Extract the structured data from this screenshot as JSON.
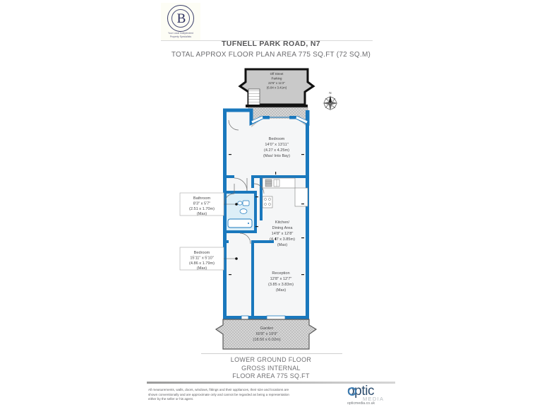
{
  "header": {
    "logo_letter": "B",
    "logo_tagline_line1": "Your Local Independent",
    "logo_tagline_line2": "Property Specialists",
    "title": "TUFNELL PARK ROAD, N7",
    "subtitle": "TOTAL APPROX FLOOR PLAN AREA 775 SQ.FT (72 SQ.M)"
  },
  "compass": {
    "north_label": "N"
  },
  "rooms": {
    "parking": {
      "name": "Off Street",
      "name2": "Parking",
      "imperial": "22'6\" x 11'2\"",
      "metric": "(6.84 x 3.41m)"
    },
    "bedroom_front": {
      "name": "Bedroom",
      "imperial": "14'0\" x 13'11\"",
      "metric": "(4.27 x 4.25m)",
      "note": "(Max/ Into Bay)"
    },
    "bathroom": {
      "name": "Bathroom",
      "imperial": "8'3\" x 5'7\"",
      "metric": "(2.51 x 1.70m)",
      "note": "(Max)"
    },
    "bedroom_rear": {
      "name": "Bedroom",
      "imperial": "15'11\" x 5'10\"",
      "metric": "(4.86 x 1.79m)",
      "note": "(Max)"
    },
    "kitchen": {
      "name": "Kitchen/",
      "name2": "Dining Area",
      "imperial": "14'8\" x 12'8\"",
      "metric": "(4.47 x 3.85m)",
      "note": "(Max)"
    },
    "reception": {
      "name": "Reception",
      "imperial": "12'8\" x 12'7\"",
      "metric": "(3.85 x 3.83m)",
      "note": "(Max)"
    },
    "garden": {
      "name": "Garden",
      "imperial": "60'8\" x 19'9\"",
      "metric": "(18.50 x 6.02m)"
    }
  },
  "footer": {
    "floor_line1": "LOWER GROUND FLOOR",
    "floor_line2": "GROSS INTERNAL",
    "floor_line3": "FLOOR AREA 775 SQ.FT",
    "disclaimer_line1": "All measurements, walls, doors, windows, fittings and their appliances, their size and locations are",
    "disclaimer_line2": "shown conventionally and are approximate only and cannot be regarded as being a representation",
    "disclaimer_line3": "either by the seller or his agent.",
    "brand_optic": "optic",
    "brand_media": "MEDIA",
    "brand_url": "opticmedia.co.uk"
  },
  "colors": {
    "wall_blue": "#1a78bd",
    "wall_dark": "#111111",
    "room_fill": "#f5f6f7",
    "bathroom_fill": "#dceef7",
    "hatch_fill": "#cfcfcf",
    "text_gray": "#4a4a4c",
    "brand_navy": "#2d4d6e"
  }
}
